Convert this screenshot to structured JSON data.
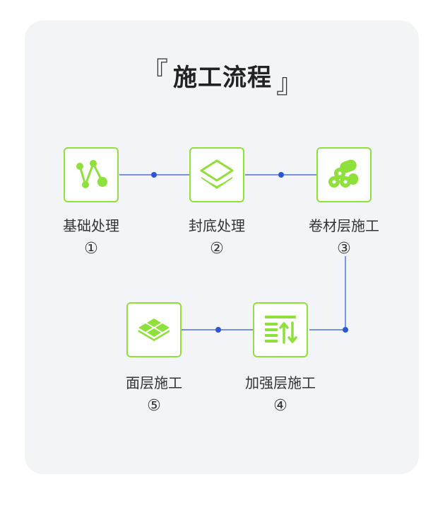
{
  "title": "施工流程",
  "bracket_open": "『",
  "bracket_close": "』",
  "colors": {
    "accent": "#8ee03a",
    "connector": "#2c56d6",
    "card": "#f3f4f7"
  },
  "steps": [
    {
      "label": "基础处理",
      "number": "①",
      "icon": "nodes-icon"
    },
    {
      "label": "封底处理",
      "number": "②",
      "icon": "layers-icon"
    },
    {
      "label": "卷材层施工",
      "number": "③",
      "icon": "rolls-icon"
    },
    {
      "label": "加强层施工",
      "number": "④",
      "icon": "sort-list-icon"
    },
    {
      "label": "面层施工",
      "number": "⑤",
      "icon": "tiles-icon"
    }
  ]
}
